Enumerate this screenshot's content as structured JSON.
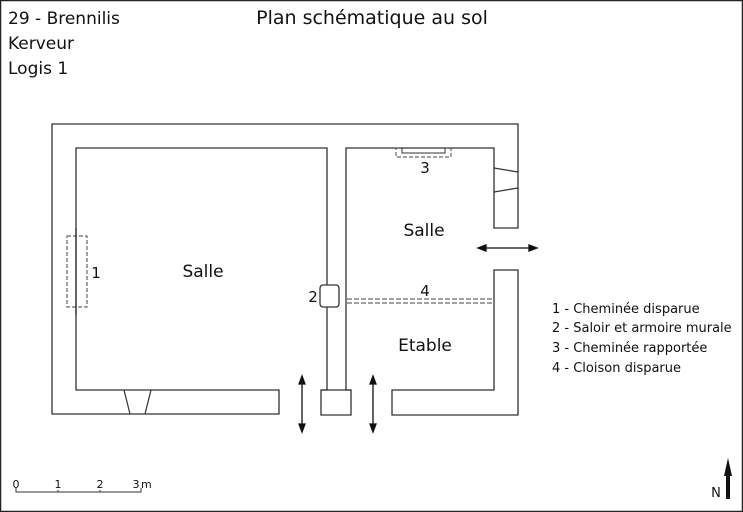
{
  "header": {
    "location_lines": [
      "29 - Brennilis",
      "Kerveur",
      "Logis 1"
    ],
    "title": "Plan schématique au sol"
  },
  "rooms": {
    "salle_left": "Salle",
    "salle_right": "Salle",
    "etable": "Etable"
  },
  "markers": {
    "m1": "1",
    "m2": "2",
    "m3": "3",
    "m4": "4"
  },
  "legend": [
    "1 - Cheminée disparue",
    "2 - Saloir et armoire murale",
    "3 - Cheminée rapportée",
    "4 - Cloison disparue"
  ],
  "scale": {
    "ticks": [
      "0",
      "1",
      "2",
      "3"
    ],
    "unit": "m"
  },
  "north": "N"
}
